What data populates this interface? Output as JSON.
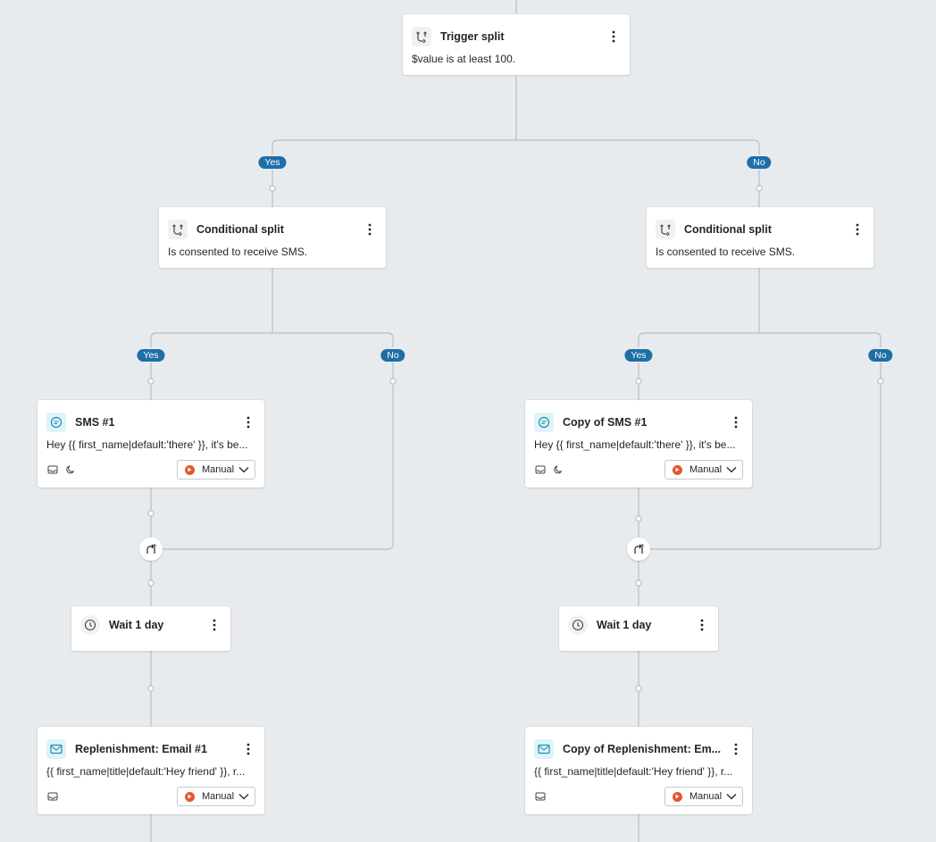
{
  "trigger_split": {
    "title": "Trigger split",
    "description": "$value is at least 100.",
    "yes_label": "Yes",
    "no_label": "No"
  },
  "left_branch": {
    "conditional_split": {
      "title": "Conditional split",
      "description": "Is consented to receive SMS.",
      "yes_label": "Yes",
      "no_label": "No"
    },
    "sms": {
      "title": "SMS #1",
      "description": "Hey {{ first_name|default:'there' }}, it's be...",
      "mode": "Manual"
    },
    "wait": {
      "title": "Wait 1 day"
    },
    "email": {
      "title": "Replenishment: Email #1",
      "description": "{{ first_name|title|default:'Hey friend' }}, r...",
      "mode": "Manual"
    }
  },
  "right_branch": {
    "conditional_split": {
      "title": "Conditional split",
      "description": "Is consented to receive SMS.",
      "yes_label": "Yes",
      "no_label": "No"
    },
    "sms": {
      "title": "Copy of SMS #1",
      "description": "Hey {{ first_name|default:'there' }}, it's be...",
      "mode": "Manual"
    },
    "wait": {
      "title": "Wait 1 day"
    },
    "email": {
      "title": "Copy of Replenishment: Em...",
      "description": "{{ first_name|title|default:'Hey friend' }}, r...",
      "mode": "Manual"
    }
  },
  "colors": {
    "canvas": "#e8ebee",
    "badge": "#1e6ea8",
    "connector": "#b9bec3",
    "manual_dot": "#e4562b",
    "channel_icon_bg": "#dff3f8"
  }
}
